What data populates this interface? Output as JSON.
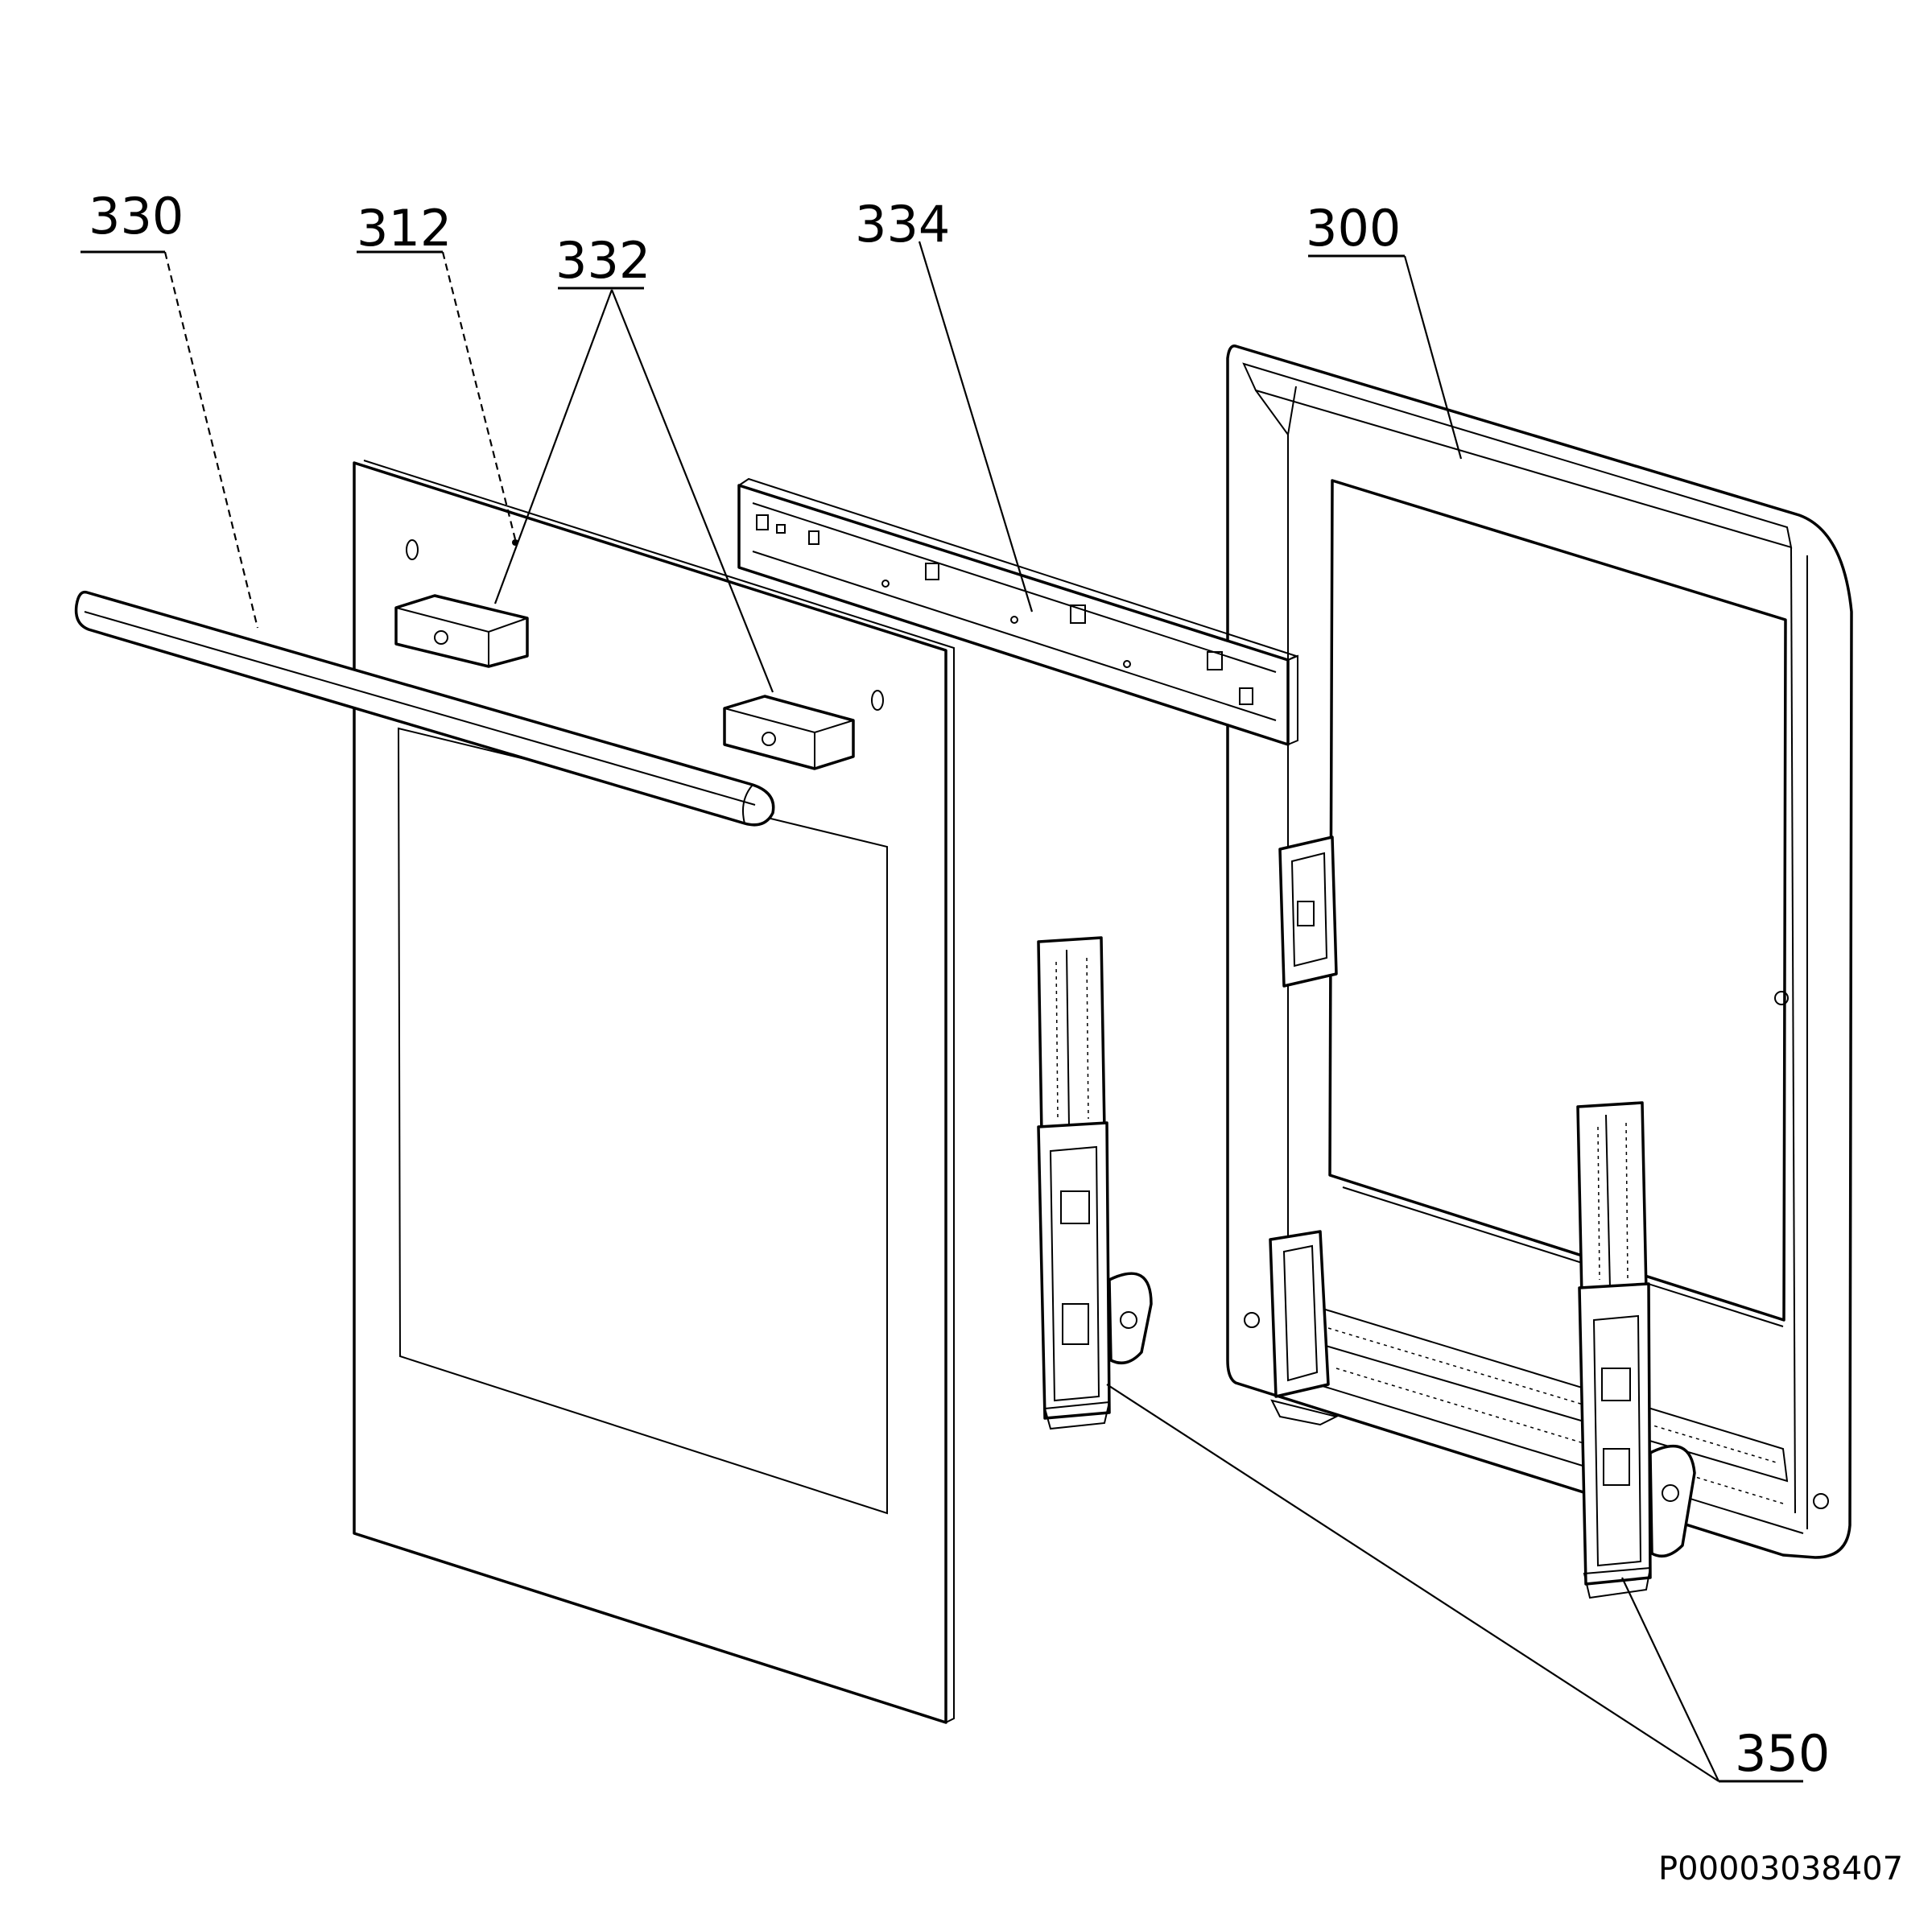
{
  "document_code": "P00003038407",
  "callouts": [
    {
      "id": "330",
      "label": "330"
    },
    {
      "id": "312",
      "label": "312"
    },
    {
      "id": "332",
      "label": "332"
    },
    {
      "id": "334",
      "label": "334"
    },
    {
      "id": "300",
      "label": "300"
    },
    {
      "id": "350",
      "label": "350"
    }
  ]
}
